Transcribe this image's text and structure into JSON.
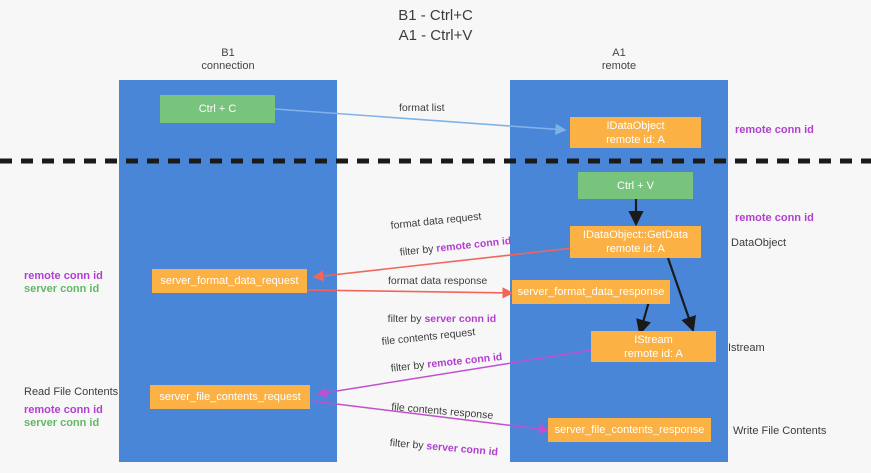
{
  "title": "B1 - Ctrl+C\nA1 - Ctrl+V",
  "lanes": [
    {
      "name": "b1",
      "header": "B1\nconnection"
    },
    {
      "name": "a1",
      "header": "A1\nremote"
    }
  ],
  "boxes": [
    {
      "id": "ctrl-c",
      "label": "Ctrl + C",
      "color": "#79c47c"
    },
    {
      "id": "idataobject-top",
      "line1": "IDataObject",
      "line2": "remote id: A",
      "color": "#fbb143"
    },
    {
      "id": "ctrl-v",
      "label": "Ctrl + V",
      "color": "#79c47c"
    },
    {
      "id": "getdata",
      "line1": "IDataObject::GetData",
      "line2": "remote id: A",
      "color": "#fbb143"
    },
    {
      "id": "server-format-data-request",
      "label": "server_format_data_request",
      "color": "#fbb143"
    },
    {
      "id": "server-format-data-response",
      "label": "server_format_data_response",
      "color": "#fbb143"
    },
    {
      "id": "istream",
      "line1": "IStream",
      "line2": "remote id: A",
      "color": "#fbb143"
    },
    {
      "id": "server-file-contents-request",
      "label": "server_file_contents_request",
      "color": "#fbb143"
    },
    {
      "id": "server-file-contents-response",
      "label": "server_file_contents_response",
      "color": "#fbb143"
    }
  ],
  "flows": [
    {
      "id": "format-list",
      "text": "format list"
    },
    {
      "id": "format-data-request",
      "text": "format data request"
    },
    {
      "id": "format-data-request-filter-prefix",
      "text": "filter by ",
      "highlight": "remote conn id"
    },
    {
      "id": "format-data-response",
      "text": "format data response"
    },
    {
      "id": "format-data-response-filter-prefix",
      "text": "filter by ",
      "highlight": "server conn id"
    },
    {
      "id": "file-contents-request",
      "text": "file contents request"
    },
    {
      "id": "file-contents-request-filter-prefix",
      "text": "filter by ",
      "highlight": "remote conn id"
    },
    {
      "id": "file-contents-response",
      "text": "file contents response"
    },
    {
      "id": "file-contents-response-filter-prefix",
      "text": "filter by ",
      "highlight": "server conn id"
    }
  ],
  "right_labels": [
    {
      "id": "remote-conn-id-top",
      "text": "remote conn id",
      "color": "#b23fd0"
    },
    {
      "id": "remote-conn-id-mid",
      "text": "remote conn id",
      "color": "#b23fd0"
    },
    {
      "id": "dataobject",
      "text": "DataObject",
      "color": "#3c3c3c"
    },
    {
      "id": "istream-label",
      "text": "Istream",
      "color": "#3c3c3c"
    },
    {
      "id": "write-file-contents",
      "text": "Write File Contents",
      "color": "#3c3c3c"
    }
  ],
  "left_labels": [
    {
      "id": "left-remote-conn-id-1",
      "text": "remote conn id",
      "color": "#b23fd0"
    },
    {
      "id": "left-server-conn-id-1",
      "text": "server conn id",
      "color": "#62b866"
    },
    {
      "id": "read-file-contents",
      "text": "Read File Contents",
      "color": "#3c3c3c"
    },
    {
      "id": "left-remote-conn-id-2",
      "text": "remote conn id",
      "color": "#b23fd0"
    },
    {
      "id": "left-server-conn-id-2",
      "text": "server conn id",
      "color": "#62b866"
    }
  ],
  "colors": {
    "lane": "#4a86d8",
    "green_box": "#79c47c",
    "orange_box": "#fbb143",
    "purple": "#b23fd0",
    "green_text": "#62b866",
    "arrow_blue": "#7fb3e8",
    "arrow_red": "#f0665a",
    "arrow_magenta": "#c24fcf",
    "arrow_black": "#1a1a1a",
    "background": "#f7f7f7"
  }
}
